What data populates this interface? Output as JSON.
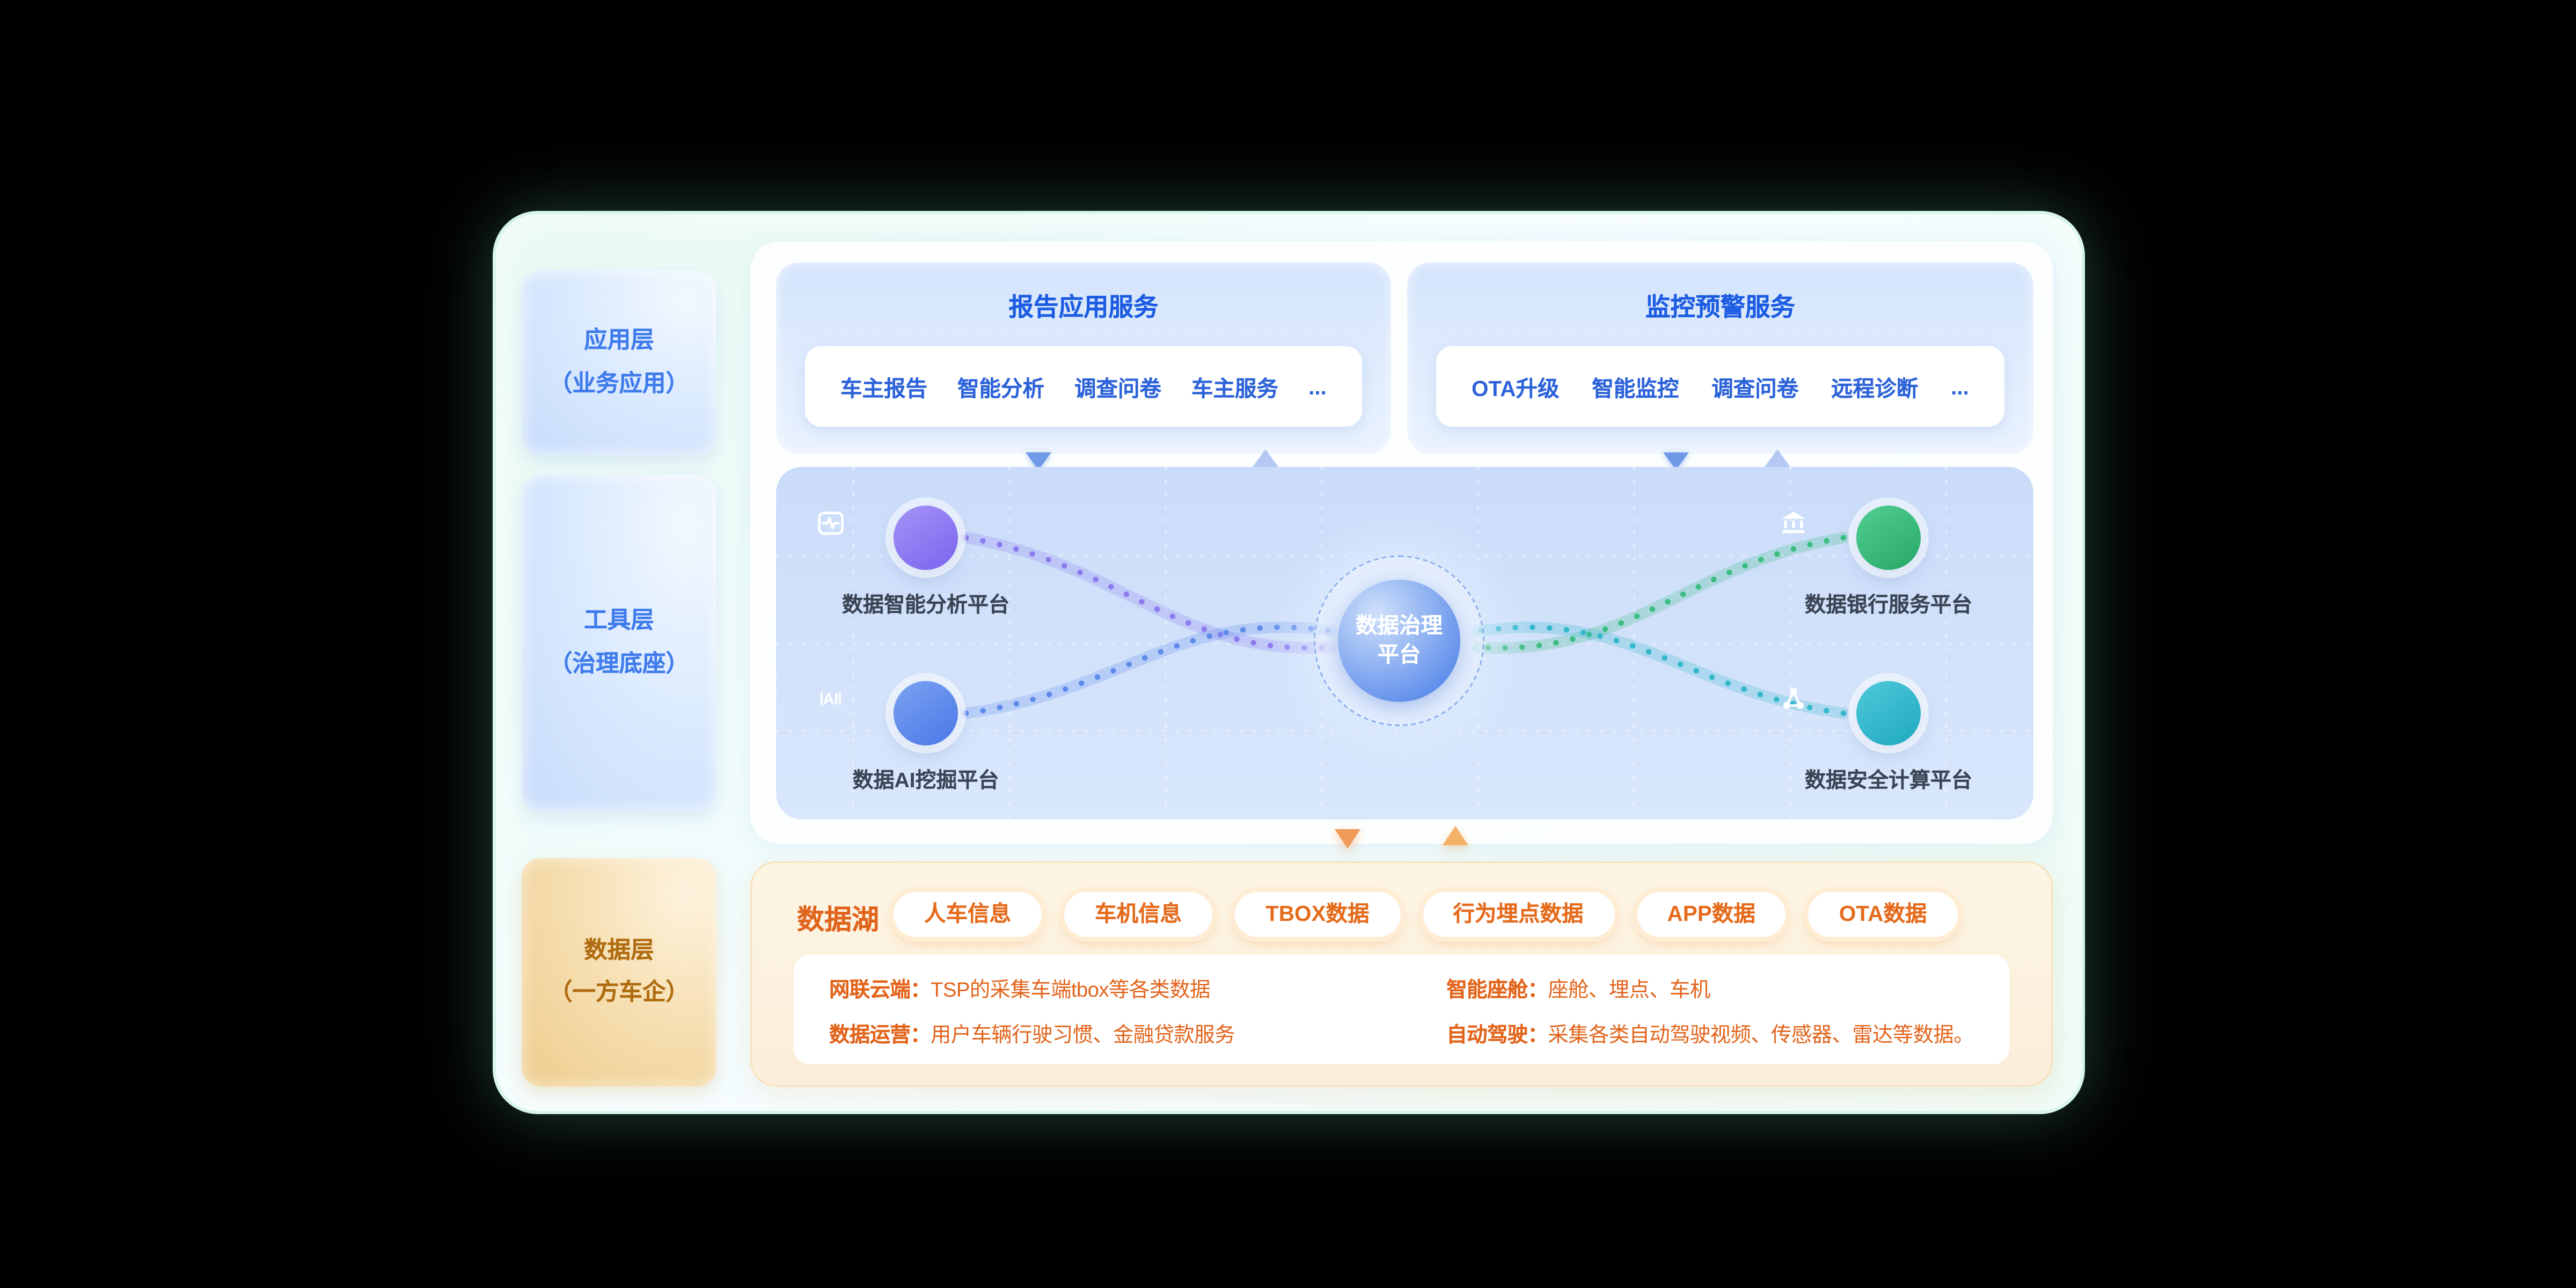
{
  "layers": [
    {
      "title": "应用层",
      "subtitle": "（业务应用）"
    },
    {
      "title": "工具层",
      "subtitle": "（治理底座）"
    },
    {
      "title": "数据层",
      "subtitle": "（一方车企）"
    }
  ],
  "services": {
    "report": {
      "title": "报告应用服务",
      "items": [
        "车主报告",
        "智能分析",
        "调查问卷",
        "车主服务",
        "..."
      ]
    },
    "monitor": {
      "title": "监控预警服务",
      "items": [
        "OTA升级",
        "智能监控",
        "调查问卷",
        "远程诊断",
        "..."
      ]
    }
  },
  "hub": {
    "title_line1": "数据治理",
    "title_line2": "平台"
  },
  "nodes": [
    {
      "label": "数据智能分析平台",
      "icon": "pulse-chart-icon",
      "color": "#8d7bf0"
    },
    {
      "label": "数据AI挖掘平台",
      "icon": "ai-icon",
      "color": "#5f8ceb"
    },
    {
      "label": "数据银行服务平台",
      "icon": "bank-icon",
      "color": "#3bbd82"
    },
    {
      "label": "数据安全计算平台",
      "icon": "share-nodes-icon",
      "color": "#35b8cc"
    }
  ],
  "datalake": {
    "title": "数据湖",
    "tags": [
      "人车信息",
      "车机信息",
      "TBOX数据",
      "行为埋点数据",
      "APP数据",
      "OTA数据"
    ],
    "notes": [
      {
        "label": "网联云端：",
        "text": "TSP的采集车端tbox等各类数据"
      },
      {
        "label": "数据运营：",
        "text": "用户车辆行驶习惯、金融贷款服务"
      },
      {
        "label": "智能座舱：",
        "text": "座舱、埋点、车机"
      },
      {
        "label": "自动驾驶：",
        "text": "采集各类自动驾驶视频、传感器、雷达等数据。"
      }
    ]
  },
  "colors": {
    "layer_blue_text": "#3f7bec",
    "layer_orange_text": "#b06c10",
    "service_title_blue": "#1c5ce2",
    "service_item_blue": "#2d63d9",
    "orange_accent": "#e2641b",
    "purple_node": "#8d7bf0",
    "blue_node": "#5f8ceb",
    "green_node": "#3bbd82",
    "teal_node": "#35b8cc"
  }
}
